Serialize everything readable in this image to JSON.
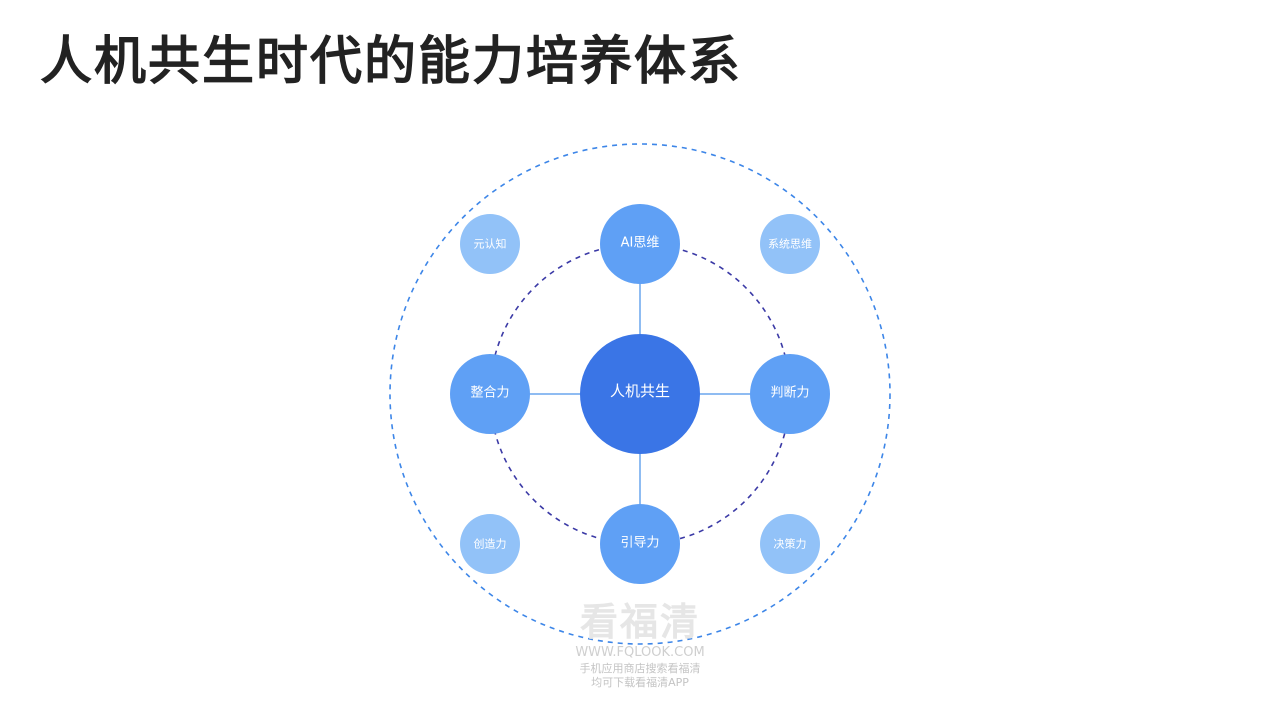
{
  "title": "人机共生时代的能力培养体系",
  "colors": {
    "center": "#3a75e6",
    "primary": "#5fa0f5",
    "secondary": "#92c2f8",
    "outer_ring": "#3d86e8",
    "inner_ring": "#3b3aa6",
    "connector": "#6aa6ee"
  },
  "diagram": {
    "center": {
      "label": "人机共生"
    },
    "primary_nodes": [
      {
        "label": "AI思维"
      },
      {
        "label": "判断力"
      },
      {
        "label": "引导力"
      },
      {
        "label": "整合力"
      }
    ],
    "secondary_nodes": [
      {
        "label": "元认知"
      },
      {
        "label": "系统思维"
      },
      {
        "label": "决策力"
      },
      {
        "label": "创造力"
      }
    ]
  },
  "watermark": {
    "logo": "看福清",
    "url": "WWW.FQLOOK.COM",
    "line1": "手机应用商店搜索看福清",
    "line2": "均可下载看福清APP"
  }
}
